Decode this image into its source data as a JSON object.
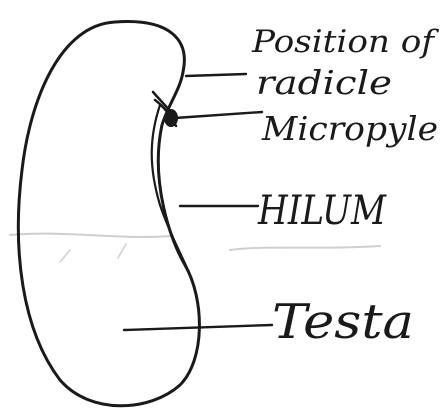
{
  "labels": {
    "position_of_radicle_line1": "Position of",
    "position_of_radicle_line2": "radicle",
    "micropyle": "Micropyle",
    "hilum": "HILUM",
    "testa": "Testa"
  },
  "colors": {
    "ink": "#1a1a1a",
    "background": "#ffffff"
  }
}
